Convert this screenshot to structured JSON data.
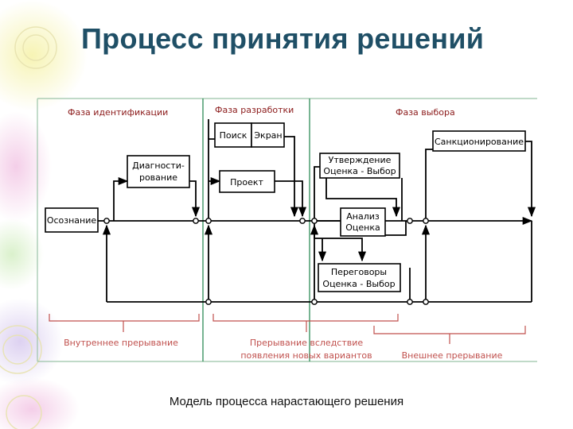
{
  "slide": {
    "title": "Процесс принятия решений",
    "caption": "Модель процесса нарастающего решения"
  },
  "diagram": {
    "phases": {
      "identification": "Фаза идентификации",
      "development": "Фаза разработки",
      "selection": "Фаза выбора"
    },
    "boxes": {
      "awareness": "Осознание",
      "diagnosis_line1": "Диагности-",
      "diagnosis_line2": "рование",
      "search": "Поиск",
      "screen": "Экран",
      "project": "Проект",
      "approval_line1": "Утверждение",
      "approval_line2": "Оценка - Выбор",
      "analysis_line1": "Анализ",
      "analysis_line2": "Оценка",
      "negotiation_line1": "Переговоры",
      "negotiation_line2": "Оценка - Выбор",
      "sanction": "Санкционирование"
    },
    "interruptions": {
      "internal": "Внутреннее прерывание",
      "new_options_line1": "Прерывание вследствие",
      "new_options_line2": "появления новых вариантов",
      "external": "Внешнее прерывание"
    }
  },
  "colors": {
    "title": "#1f4f66",
    "phase_label": "#8b1a1a",
    "interruption": "#c0504d",
    "phase_divider": "#2e8b57",
    "line": "#000000"
  }
}
